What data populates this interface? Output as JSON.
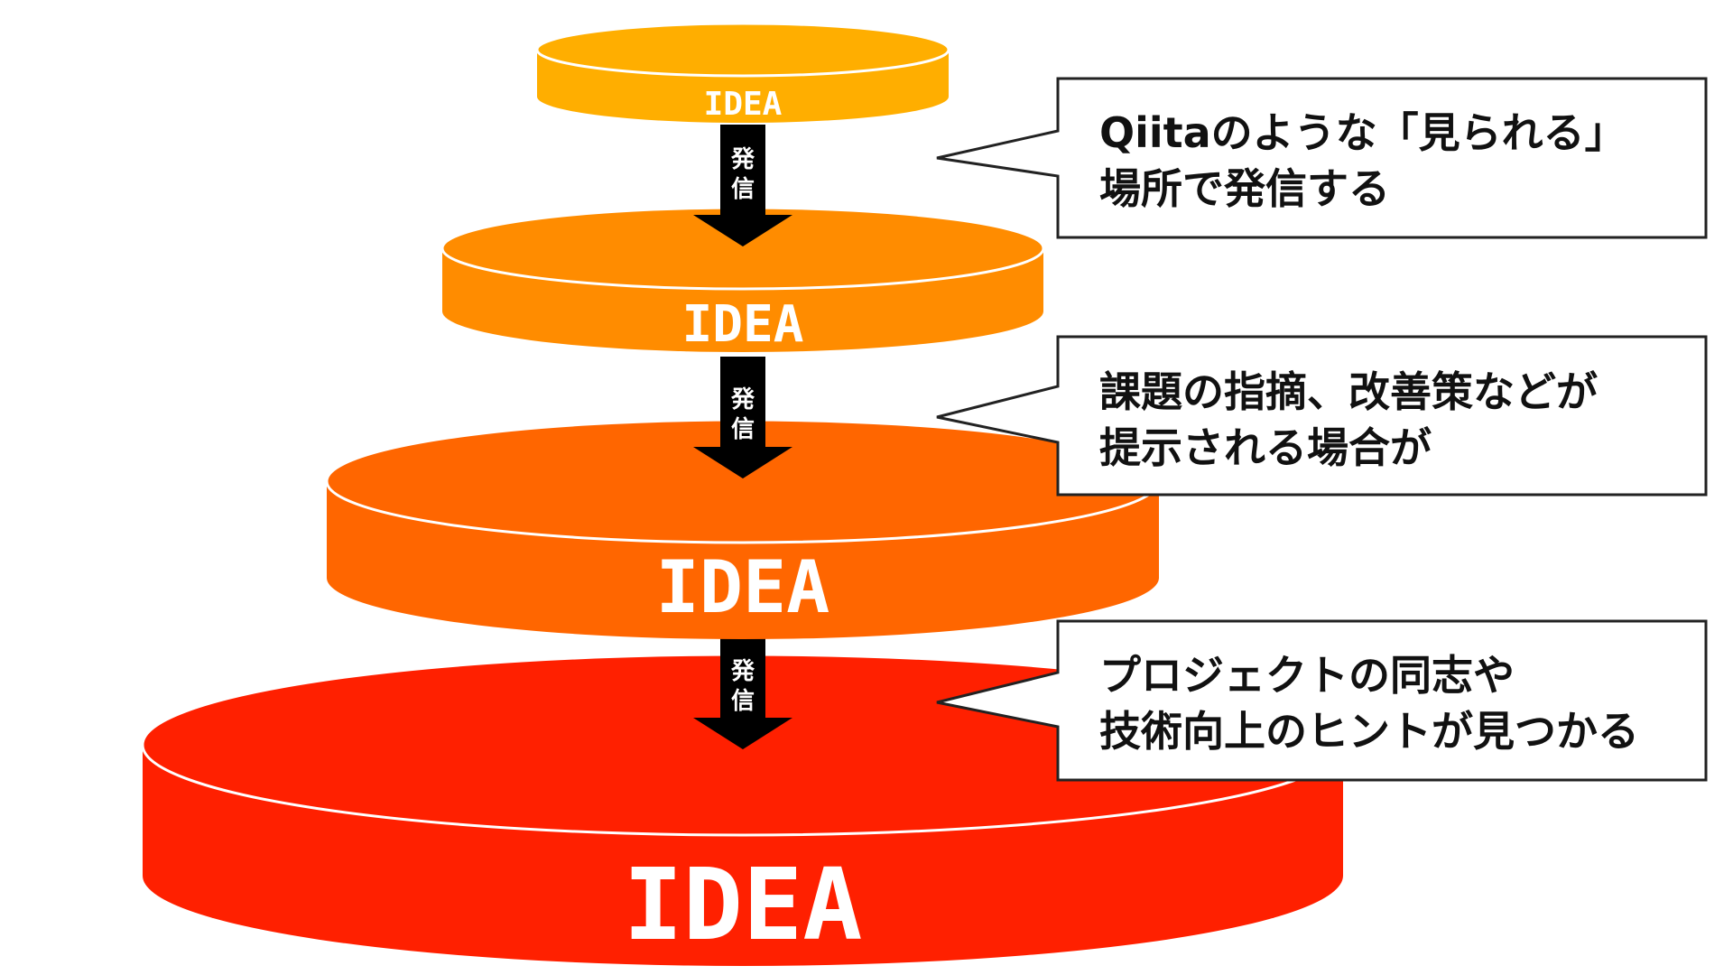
{
  "colors": {
    "tier1": "#FFAE00",
    "tier2": "#FF8C00",
    "tier3": "#FF6600",
    "tier4": "#FF2000",
    "arrow": "#000000",
    "label": "#FFFFFF",
    "callout_border": "#222222",
    "callout_fill": "#FFFFFF"
  },
  "tiers": [
    {
      "label": "IDEA"
    },
    {
      "label": "IDEA"
    },
    {
      "label": "IDEA"
    },
    {
      "label": "IDEA"
    }
  ],
  "arrows": [
    {
      "label_line1": "発",
      "label_line2": "信"
    },
    {
      "label_line1": "発",
      "label_line2": "信"
    },
    {
      "label_line1": "発",
      "label_line2": "信"
    }
  ],
  "callouts": [
    {
      "line1": "Qiitaのような「見られる」",
      "line2": "場所で発信する"
    },
    {
      "line1": "課題の指摘、改善策などが",
      "line2": "提示される場合が"
    },
    {
      "line1": "プロジェクトの同志や",
      "line2": "技術向上のヒントが見つかる"
    }
  ]
}
